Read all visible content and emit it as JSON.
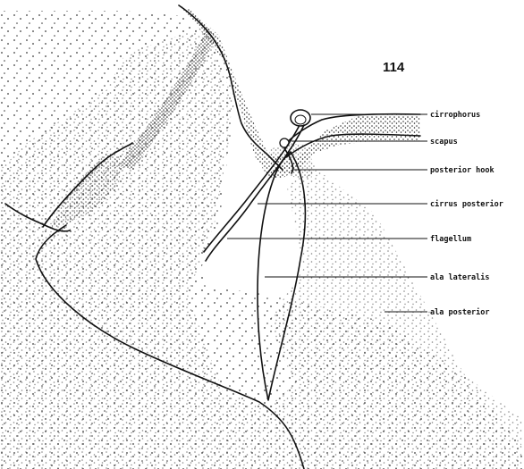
{
  "figure_number": "114",
  "labels": {
    "cirrophorus": "cirrophorus",
    "scapus": "scapus",
    "posterior_hook": "posterior hook",
    "cirrus_posterior": "cirrus posterior",
    "flagellum": "flagellum",
    "ala_lateralis": "ala lateralis",
    "ala_posterior": "ala posterior"
  }
}
